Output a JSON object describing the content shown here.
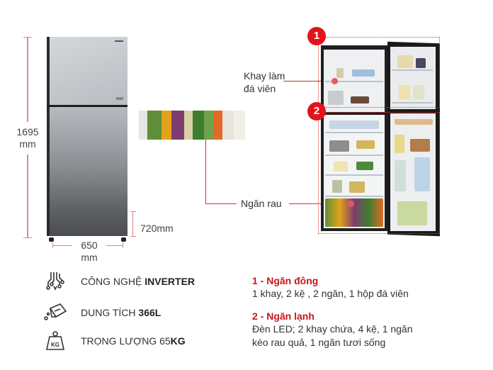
{
  "dimensions": {
    "height_value": "1695",
    "height_unit": "mm",
    "width_value": "650",
    "width_unit": "mm",
    "lower_compartment": "720mm"
  },
  "callouts": {
    "ice_tray": "Khay làm\nđá viên",
    "ice_tray_line1": "Khay làm",
    "ice_tray_line2": "đá viên",
    "vegetable_drawer": "Ngăn rau",
    "zone1_number": "1",
    "zone2_number": "2"
  },
  "features": [
    {
      "icon": "inverter-circuit-icon",
      "text": "CÔNG NGHỆ ",
      "bold": "INVERTER"
    },
    {
      "icon": "capacity-box-icon",
      "text": "DUNG TÍCH ",
      "bold": "366L"
    },
    {
      "icon": "weight-kg-icon",
      "text": "TRỌNG LƯỢNG 65",
      "bold": "KG"
    }
  ],
  "specs": [
    {
      "title": "1 - Ngăn đông",
      "lines": [
        "1 khay, 2 kệ , 2 ngăn, 1 hộp đá viên"
      ]
    },
    {
      "title": "2 - Ngăn lạnh",
      "lines": [
        "Đèn LED; 2 khay chứa, 4 kệ, 1 ngăn",
        "kéo rau quả, 1 ngăn tươi sống"
      ]
    }
  ],
  "colors": {
    "accent_red": "#e1141b",
    "title_red": "#c8161d",
    "dimension_line": "#d98a8a"
  }
}
